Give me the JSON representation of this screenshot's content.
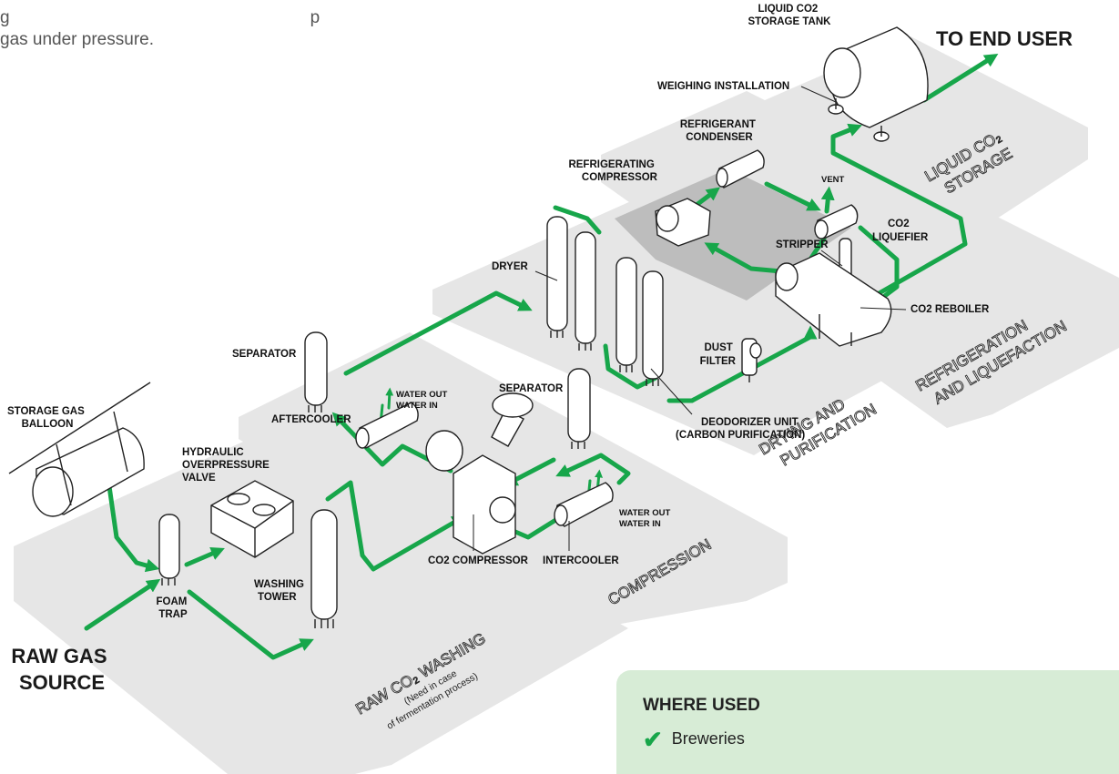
{
  "intro": {
    "line1": "g",
    "line1b": "p",
    "line2": "gas under pressure."
  },
  "colors": {
    "pipe": "#17a64a",
    "platform": "#e6e6e6",
    "refrig_zone": "#bdbdbd",
    "where_bg": "#d7ecd6"
  },
  "headings": {
    "raw_gas": [
      "RAW GAS",
      "SOURCE"
    ],
    "end_user": "TO END USER"
  },
  "zones": {
    "washing": "RAW CO₂ WASHING",
    "washing_note": [
      "(Need in case",
      "of fermentation process)"
    ],
    "compression": "COMPRESSION",
    "drying": [
      "DRYING AND",
      "PURIFICATION"
    ],
    "refrigeration": [
      "REFRIGERATION",
      "AND LIQUEFACTION"
    ],
    "storage": [
      "LIQUID CO₂",
      "STORAGE"
    ]
  },
  "labels": {
    "storage_gas_balloon": [
      "STORAGE GAS",
      "BALLOON"
    ],
    "hydraulic_valve": [
      "HYDRAULIC",
      "OVERPRESSURE",
      "VALVE"
    ],
    "foam_trap": [
      "FOAM",
      "TRAP"
    ],
    "washing_tower": [
      "WASHING",
      "TOWER"
    ],
    "separator_1": "SEPARATOR",
    "aftercooler": "AFTERCOOLER",
    "water_out_1": "WATER OUT",
    "water_in_1": "WATER IN",
    "separator_2": "SEPARATOR",
    "co2_compressor": "CO2 COMPRESSOR",
    "intercooler": "INTERCOOLER",
    "water_out_2": "WATER OUT",
    "water_in_2": "WATER IN",
    "dryer": "DRYER",
    "dust_filter": [
      "DUST",
      "FILTER"
    ],
    "deodorizer": [
      "DEODORIZER UNIT",
      "(CARBON PURIFICATION)"
    ],
    "refrig_compressor": [
      "REFRIGERATING",
      "COMPRESSOR"
    ],
    "refrig_condenser": [
      "REFRIGERANT",
      "CONDENSER"
    ],
    "vent": "VENT",
    "co2_liquefier": [
      "CO2",
      "LIQUEFIER"
    ],
    "stripper": "STRIPPER",
    "co2_reboiler": "CO2 REBOILER",
    "weighing": "WEIGHING INSTALLATION",
    "storage_tank": [
      "LIQUID CO2",
      "STORAGE TANK"
    ]
  },
  "where_used": {
    "title": "WHERE USED",
    "items": [
      "Breweries"
    ]
  }
}
